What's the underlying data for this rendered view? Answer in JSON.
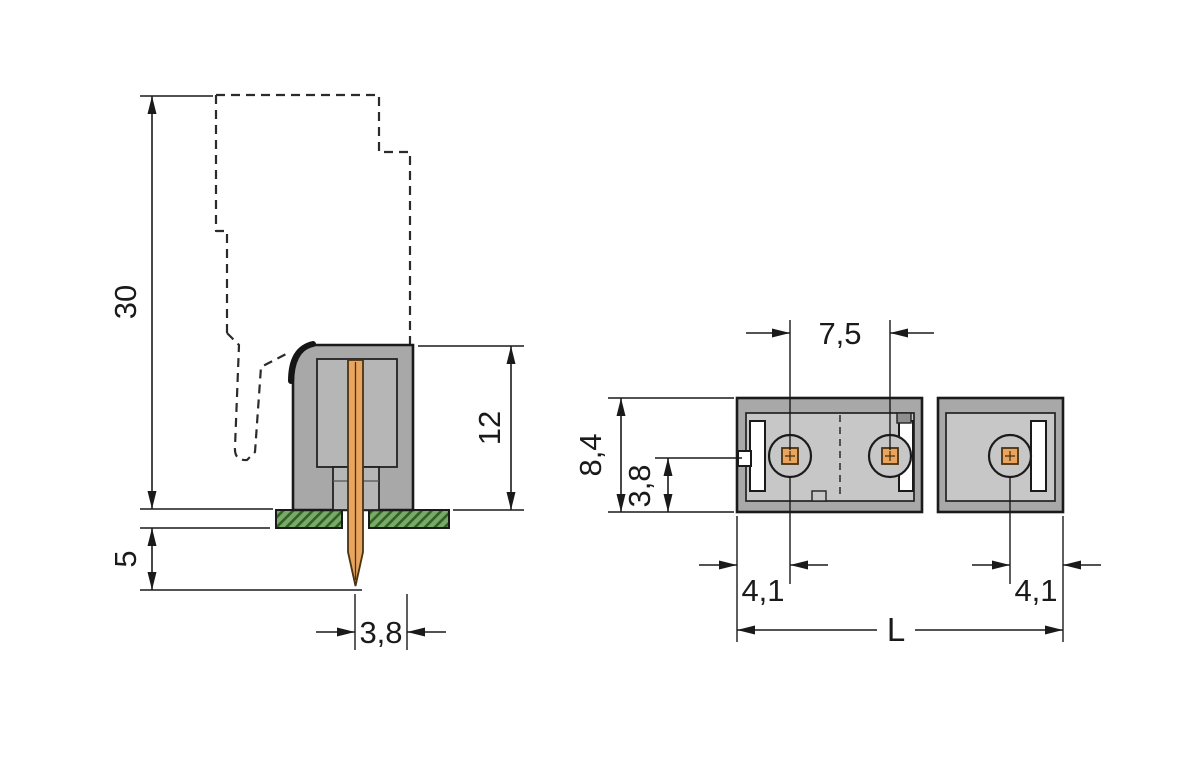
{
  "side_view": {
    "labels": {
      "total_height": "30",
      "pin_below_board": "5",
      "housing_height": "12",
      "pin_offset": "3,8"
    }
  },
  "top_view": {
    "labels": {
      "pole_pitch": "7,5",
      "housing_depth": "8,4",
      "pin_row_offset": "3,8",
      "edge_to_first_pin": "4,1",
      "edge_to_last_pin": "4,1",
      "total_length": "L"
    }
  },
  "colors": {
    "line": "#1a1a1a",
    "housing-gray": "#a8a8a8",
    "housing-gray-light": "#c7c7c7",
    "cavity-gray": "#b6b6b6",
    "pin-orange": "#e9a45e",
    "pcb-green": "#7aa968",
    "pcb-green-dark": "#2f6128"
  }
}
